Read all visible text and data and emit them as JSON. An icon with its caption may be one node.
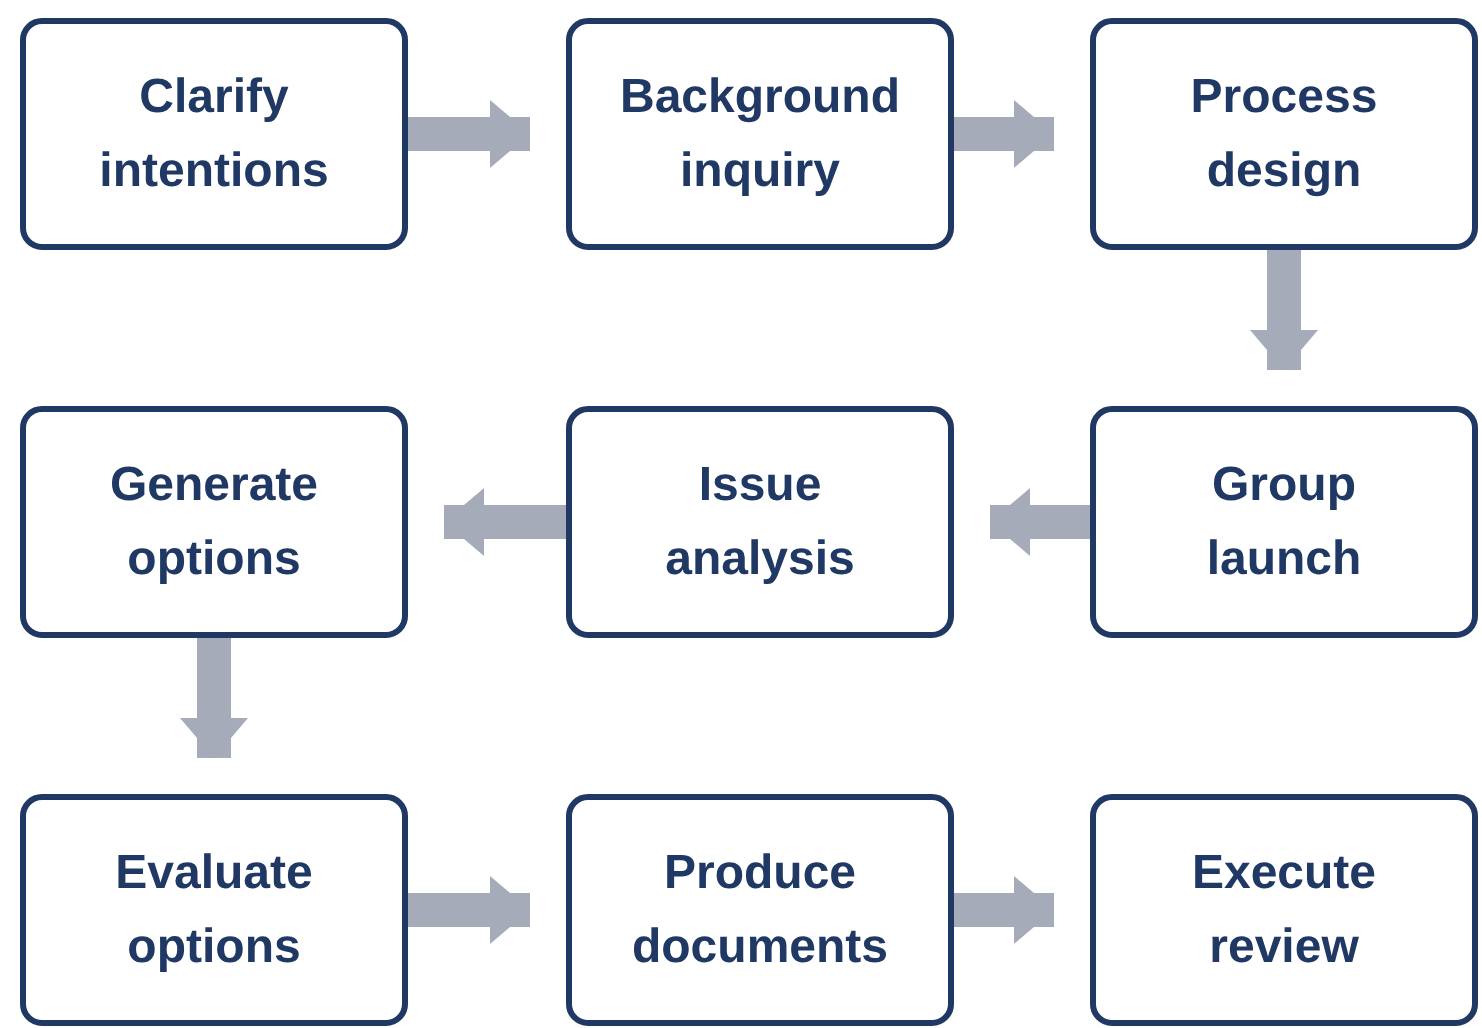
{
  "diagram": {
    "nodes": [
      {
        "text": [
          "Clarify intentions"
        ]
      },
      {
        "text": [
          "Background inquiry"
        ]
      },
      {
        "text": [
          "Process design"
        ]
      },
      {
        "text": [
          "Generate options"
        ]
      },
      {
        "text": [
          "Issue analysis"
        ]
      },
      {
        "text": [
          "Group launch"
        ]
      },
      {
        "text": [
          "Evaluate options"
        ]
      },
      {
        "text": [
          "Produce documents"
        ]
      },
      {
        "text": [
          "Execute review"
        ]
      }
    ],
    "edges": [
      {
        "from": 0,
        "to": 1,
        "arrow": "to"
      },
      {
        "from": 1,
        "to": 2,
        "arrow": "to"
      },
      {
        "from": 2,
        "to": 5,
        "arrow": "to"
      },
      {
        "from": 5,
        "to": 4,
        "arrow": "to"
      },
      {
        "from": 4,
        "to": 3,
        "arrow": "to"
      },
      {
        "from": 3,
        "to": 6,
        "arrow": "to"
      },
      {
        "from": 6,
        "to": 7,
        "arrow": "to"
      },
      {
        "from": 7,
        "to": 8,
        "arrow": "to"
      }
    ]
  }
}
